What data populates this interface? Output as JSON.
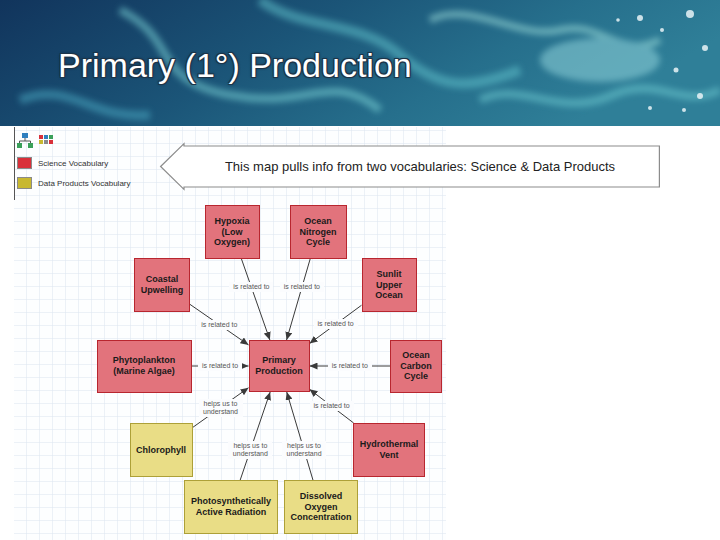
{
  "diagram": {
    "title": "Primary (1°) Production",
    "nodes": [
      {
        "text": [
          "This map pulls info from two vocabularies: Science & Data Products"
        ]
      },
      {
        "text": [
          "Hypoxia (Low Oxygen)"
        ]
      },
      {
        "text": [
          "Ocean Nitrogen Cycle"
        ]
      },
      {
        "text": [
          "Coastal Upwelling"
        ]
      },
      {
        "text": [
          "Sunlit Upper Ocean"
        ]
      },
      {
        "text": [
          "Phytoplankton (Marine Algae)"
        ]
      },
      {
        "text": [
          "Primary Production"
        ]
      },
      {
        "text": [
          "Ocean Carbon Cycle"
        ]
      },
      {
        "text": [
          "Chlorophyll"
        ]
      },
      {
        "text": [
          "Hydrothermal Vent"
        ]
      },
      {
        "text": [
          "Photosynthetically Active Radiation"
        ]
      },
      {
        "text": [
          "Dissolved Oxygen Concentration"
        ]
      }
    ],
    "edges": [
      {
        "from": 1,
        "to": 6,
        "label": "is related to",
        "arrow": "to"
      },
      {
        "from": 2,
        "to": 6,
        "label": "is related to",
        "arrow": "to"
      },
      {
        "from": 3,
        "to": 6,
        "label": "is related to",
        "arrow": "to"
      },
      {
        "from": 4,
        "to": 6,
        "label": "is related to",
        "arrow": "to"
      },
      {
        "from": 5,
        "to": 6,
        "label": "is related to",
        "arrow": "to"
      },
      {
        "from": 7,
        "to": 6,
        "label": "is related to",
        "arrow": "to"
      },
      {
        "from": 8,
        "to": 6,
        "label": "helps us to understand",
        "arrow": "to"
      },
      {
        "from": 9,
        "to": 6,
        "label": "is related to",
        "arrow": "to"
      },
      {
        "from": 10,
        "to": 6,
        "label": "helps us to understand",
        "arrow": "to"
      },
      {
        "from": 11,
        "to": 6,
        "label": "helps us to understand",
        "arrow": "to"
      }
    ],
    "legend": [
      {
        "text": "Science Vocabulary",
        "color": "#d9303a"
      },
      {
        "text": "Data Products Vocabulary",
        "color": "#c8b830"
      }
    ]
  }
}
